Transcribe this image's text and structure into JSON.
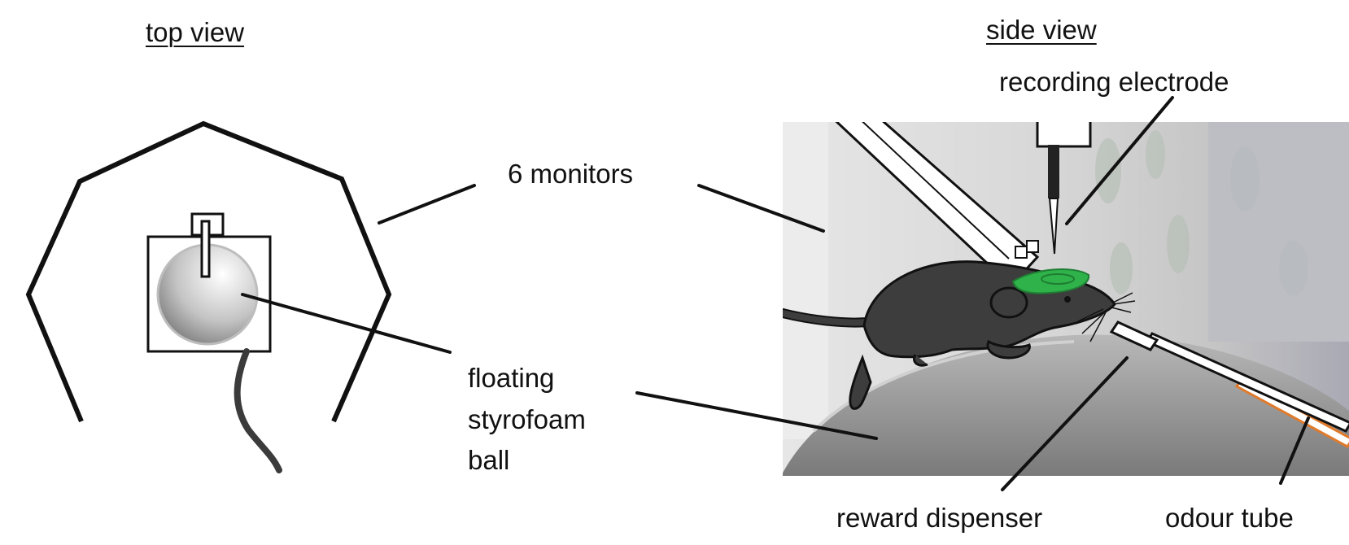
{
  "headings": {
    "top_view": "top view",
    "side_view": "side view"
  },
  "labels": {
    "monitors": "6 monitors",
    "ball_line1": "floating",
    "ball_line2": "styrofoam",
    "ball_line3": "ball",
    "electrode": "recording electrode",
    "reward": "reward dispenser",
    "odour": "odour tube"
  },
  "colors": {
    "outline": "#111111",
    "mouse_body": "#3d3d3d",
    "headplate": "#2fb24a",
    "odour_tube": "#e07a2a",
    "backdrop": "#d5d5d5"
  }
}
